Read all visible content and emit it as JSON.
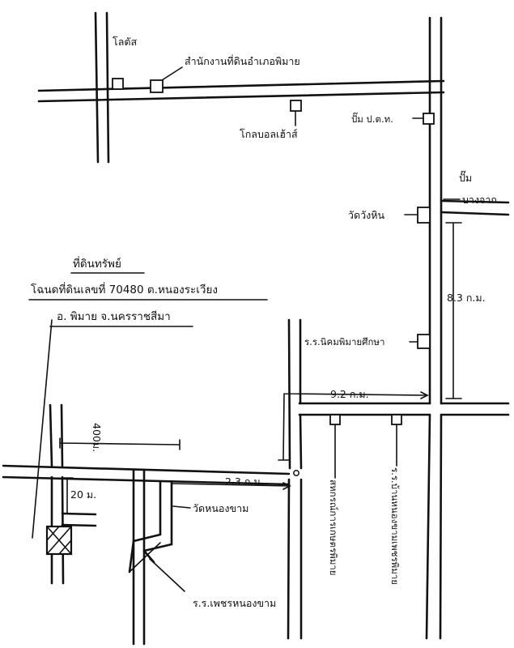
{
  "labels": {
    "lotus": "โลตัส",
    "district_office": "สำนักงานที่ดินอำเภอพิมาย",
    "global_house": "โกลบอลเฮ้าส์",
    "ptt_station": "ปั๊ม ป.ต.ท.",
    "pump2_line1": "ปั๊ม",
    "pump2_line2": "บางจาก",
    "wat_wang_hin": "วัดวังหิน",
    "school_nikhom": "ร.ร.นิคมพิมายศึกษา",
    "wat_nong_kham": "วัดหนองขาม",
    "school_phet": "ร.ร.เพชรหนองขาม",
    "vertical_1": "สหกรณ์การเกษตรพิมาย",
    "vertical_2": "ร.ร.บ้านหนองขามเพชรพิมาย"
  },
  "title": {
    "line1": "ที่ดินทรัพย์",
    "line2": "โฉนดที่ดินเลขที่ 70480 ต.หนองระเวียง",
    "line3": "อ. พิมาย  จ.นครราชสีมา"
  },
  "distances": {
    "d_8_3": "8.3 ก.ม.",
    "d_9_2": "9.2 ก.ม.",
    "d_2_3": "2.3 ก.ม.",
    "d_400": "400ม.",
    "d_20": "20 ม."
  }
}
